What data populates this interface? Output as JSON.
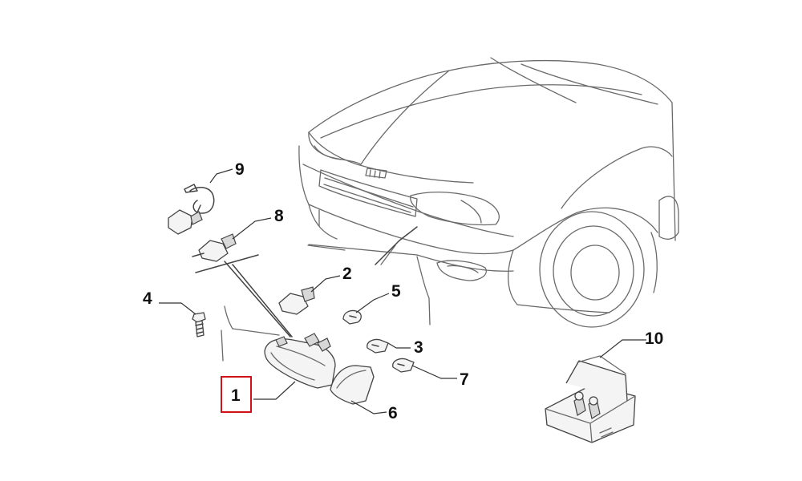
{
  "highlight_color": "#d0121b",
  "callouts": [
    {
      "id": "1",
      "label": "1",
      "highlighted": true
    },
    {
      "id": "2",
      "label": "2",
      "highlighted": false
    },
    {
      "id": "3",
      "label": "3",
      "highlighted": false
    },
    {
      "id": "4",
      "label": "4",
      "highlighted": false
    },
    {
      "id": "5",
      "label": "5",
      "highlighted": false
    },
    {
      "id": "6",
      "label": "6",
      "highlighted": false
    },
    {
      "id": "7",
      "label": "7",
      "highlighted": false
    },
    {
      "id": "8",
      "label": "8",
      "highlighted": false
    },
    {
      "id": "9",
      "label": "9",
      "highlighted": false
    },
    {
      "id": "10",
      "label": "10",
      "highlighted": false
    }
  ]
}
